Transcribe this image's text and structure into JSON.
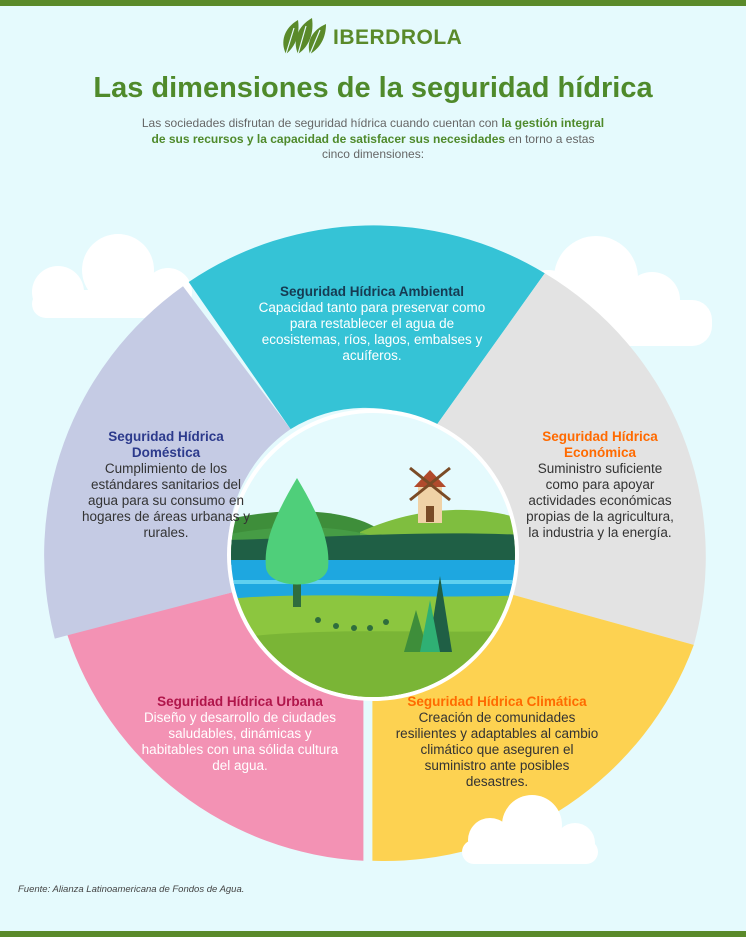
{
  "brand": {
    "name": "IBERDROLA",
    "logo_icon": "leaves-logo-icon"
  },
  "title": "Las dimensiones de la seguridad hídrica",
  "intro": {
    "part1": "Las sociedades disfrutan de seguridad hídrica cuando cuentan con ",
    "highlight": "la gestión integral de sus recursos y la capacidad de satisfacer sus necesidades",
    "part2": " en torno a estas cinco dimensiones:"
  },
  "segments": {
    "ambiental": {
      "title": "Seguridad Hídrica Ambiental",
      "text": "Capacidad tanto para preservar como para restablecer el agua de ecosistemas, ríos, lagos, embalses y acuíferos.",
      "color": "#35c3d6"
    },
    "domestica": {
      "title": "Seguridad Hídrica Doméstica",
      "text": "Cumplimiento de los estándares sanitarios del agua para su consumo en hogares de áreas urbanas y rurales.",
      "color": "#c5cbe4"
    },
    "economica": {
      "title": "Seguridad Hídrica Económica",
      "text": "Suministro suficiente como para apoyar actividades económicas propias de la agricultura, la industria y la energía.",
      "color": "#e3e3e3"
    },
    "urbana": {
      "title": "Seguridad Hídrica Urbana",
      "text": "Diseño y desarrollo de ciudades saludables, dinámicas y habitables con una sólida cultura del agua.",
      "color": "#f392b4"
    },
    "climatica": {
      "title": "Seguridad Hídrica Climática",
      "text": "Creación de comunidades resilientes y adaptables al cambio climático que aseguren el suministro ante posibles desastres.",
      "color": "#fdd251"
    }
  },
  "footer": "Fuente: Alianza Latinoamericana de Fondos de Agua."
}
